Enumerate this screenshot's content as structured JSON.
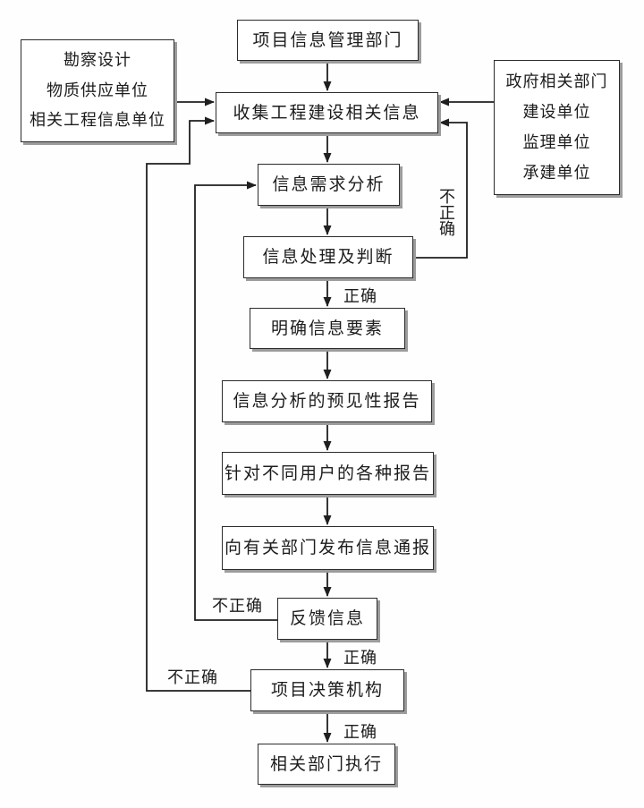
{
  "diagram": {
    "type": "flowchart",
    "background": "#ffffff",
    "colors": {
      "line": "#1f1f1f",
      "box_border": "#2b2b2b",
      "box_fill": "#ffffff",
      "box_shadow": "#9c9c9c",
      "text": "#1c1c1c"
    },
    "nodes": [
      {
        "id": "project-info-dept",
        "label": "项目信息管理部门"
      },
      {
        "id": "survey-design-sources",
        "lines": [
          "勘察设计",
          "物质供应单位",
          "相关工程信息单位"
        ]
      },
      {
        "id": "government-sources",
        "lines": [
          "政府相关部门",
          "建设单位",
          "监理单位",
          "承建单位"
        ]
      },
      {
        "id": "collect-info",
        "label": "收集工程建设相关信息"
      },
      {
        "id": "info-demand-analysis",
        "label": "信息需求分析"
      },
      {
        "id": "info-processing-judgment",
        "label": "信息处理及判断"
      },
      {
        "id": "clarify-info-elements",
        "label": "明确信息要素"
      },
      {
        "id": "predictive-report",
        "label": "信息分析的预见性报告"
      },
      {
        "id": "user-reports",
        "label": "针对不同用户的各种报告"
      },
      {
        "id": "publish-notification",
        "label": "向有关部门发布信息通报"
      },
      {
        "id": "feedback-info",
        "label": "反馈信息"
      },
      {
        "id": "project-decision-body",
        "label": "项目决策机构"
      },
      {
        "id": "execute-departments",
        "label": "相关部门执行"
      }
    ],
    "edge_labels": {
      "correct": "正确",
      "incorrect": "不正确"
    },
    "edges": [
      {
        "from": "project-info-dept",
        "to": "collect-info",
        "label": ""
      },
      {
        "from": "survey-design-sources",
        "to": "collect-info",
        "label": ""
      },
      {
        "from": "government-sources",
        "to": "collect-info",
        "label": ""
      },
      {
        "from": "collect-info",
        "to": "info-demand-analysis",
        "label": ""
      },
      {
        "from": "info-demand-analysis",
        "to": "info-processing-judgment",
        "label": ""
      },
      {
        "from": "info-processing-judgment",
        "to": "clarify-info-elements",
        "label": "正确"
      },
      {
        "from": "info-processing-judgment",
        "to": "collect-info",
        "label": "不正确"
      },
      {
        "from": "clarify-info-elements",
        "to": "predictive-report",
        "label": ""
      },
      {
        "from": "predictive-report",
        "to": "user-reports",
        "label": ""
      },
      {
        "from": "user-reports",
        "to": "publish-notification",
        "label": ""
      },
      {
        "from": "publish-notification",
        "to": "feedback-info",
        "label": ""
      },
      {
        "from": "feedback-info",
        "to": "project-decision-body",
        "label": "正确"
      },
      {
        "from": "feedback-info",
        "to": "info-demand-analysis",
        "label": "不正确"
      },
      {
        "from": "project-decision-body",
        "to": "execute-departments",
        "label": "正确"
      },
      {
        "from": "project-decision-body",
        "to": "collect-info",
        "label": "不正确"
      }
    ]
  }
}
